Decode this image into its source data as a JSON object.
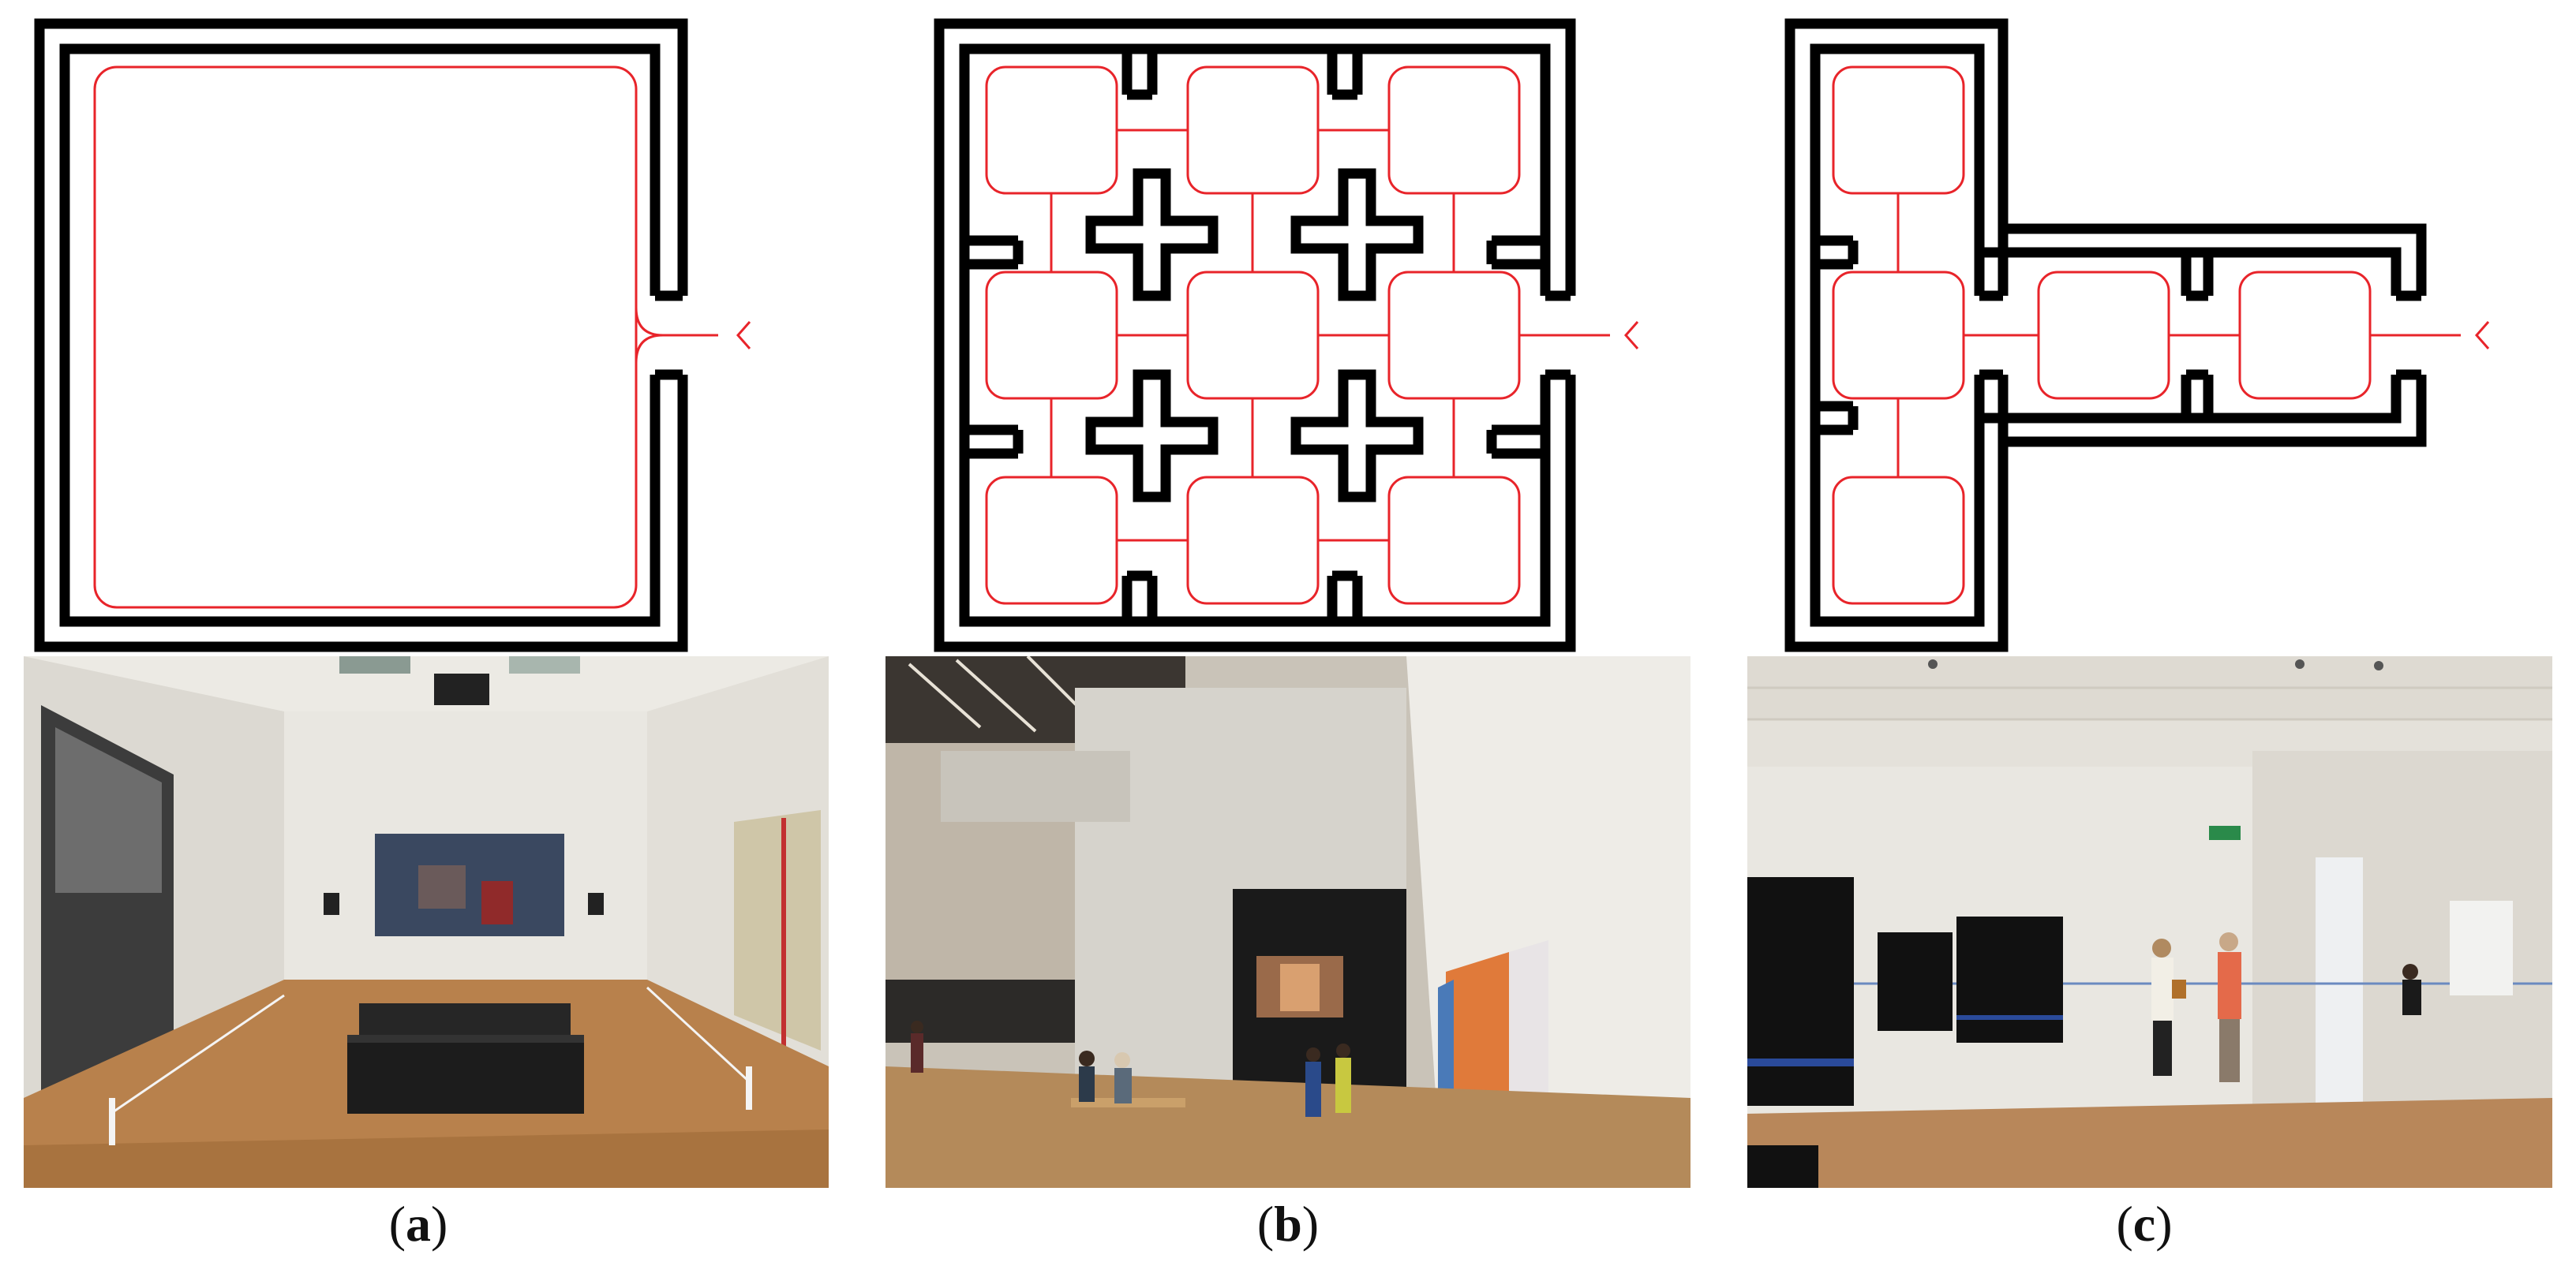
{
  "panels": [
    {
      "label_open": "(",
      "label_letter": "a",
      "label_close": ")"
    },
    {
      "label_open": "(",
      "label_letter": "b",
      "label_close": ")"
    },
    {
      "label_open": "(",
      "label_letter": "c",
      "label_close": ")"
    }
  ],
  "colors": {
    "wall": "#000000",
    "path": "#e8242a",
    "floor": "#b8814c",
    "gallery_wall": "#e9e6df"
  },
  "icons": {
    "entrance": "entrance-arrow-icon"
  }
}
